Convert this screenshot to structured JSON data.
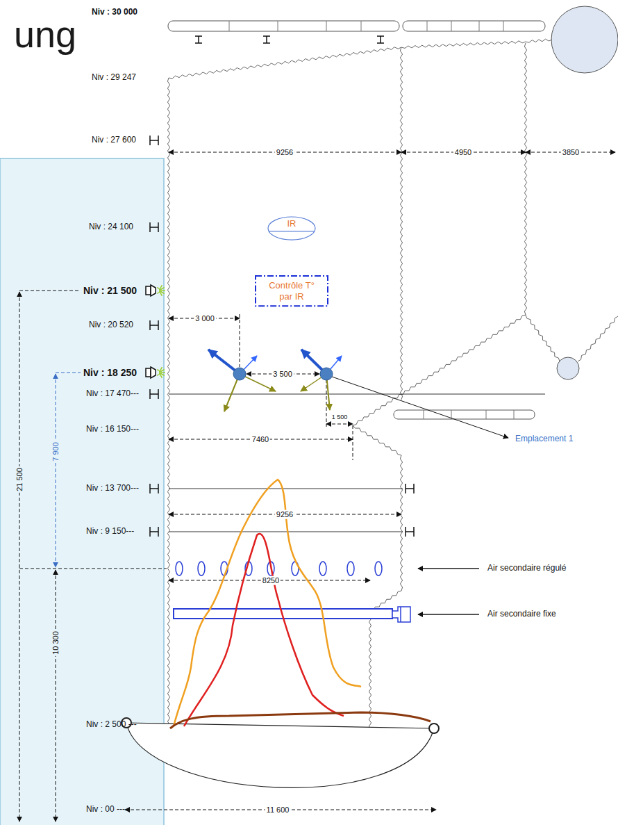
{
  "diagram": {
    "title": "ung",
    "nodes": [
      {
        "text": [
          "IR"
        ]
      },
      {
        "text": [
          "Contrôle T° par IR"
        ]
      }
    ],
    "labels": [
      "Niv : 30 000",
      "Niv : 29 247",
      "Niv : 27 600",
      "9256",
      "4950",
      "3850",
      "Niv : 24 100",
      "Niv : 21 500",
      "Niv : 20 520",
      "3 000",
      "Niv : 18 250",
      "3 500",
      "Niv : 17 470---",
      "Niv : 16 150---",
      "1 500",
      "7460",
      "Emplacement 1",
      "7 900",
      "21 500",
      "Niv : 13 700---",
      "9256",
      "Air secondaire régulé",
      "Niv : 9 150---",
      "Air secondaire fixe",
      "8250",
      "10 300",
      "Niv : 2 500 ---",
      "Niv : 00 ---",
      "11 600"
    ]
  }
}
